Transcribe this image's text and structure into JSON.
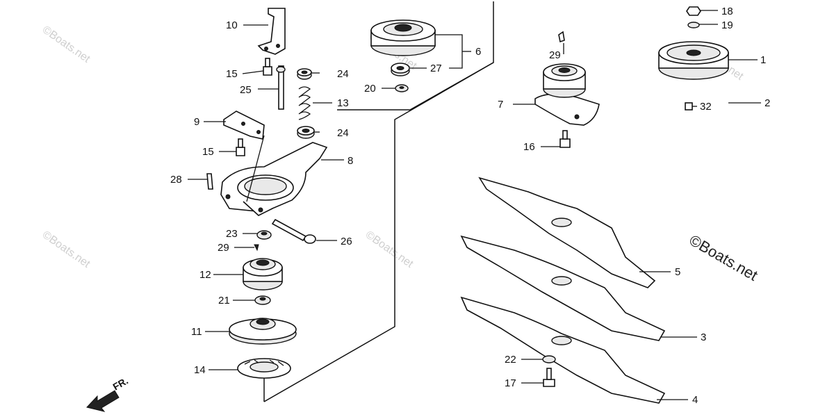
{
  "diagram": {
    "labels": {
      "p1": "1",
      "p2": "2",
      "p3": "3",
      "p4": "4",
      "p5": "5",
      "p6": "6",
      "p7": "7",
      "p8": "8",
      "p9": "9",
      "p10": "10",
      "p11": "11",
      "p12": "12",
      "p13": "13",
      "p14": "14",
      "p15a": "15",
      "p15b": "15",
      "p16": "16",
      "p17": "17",
      "p18": "18",
      "p19": "19",
      "p20": "20",
      "p21": "21",
      "p22": "22",
      "p23": "23",
      "p24a": "24",
      "p24b": "24",
      "p25": "25",
      "p26": "26",
      "p27": "27",
      "p28": "28",
      "p29a": "29",
      "p29b": "29",
      "p32": "32"
    },
    "watermark": "©Boats.net",
    "direction_marker": "FR."
  }
}
